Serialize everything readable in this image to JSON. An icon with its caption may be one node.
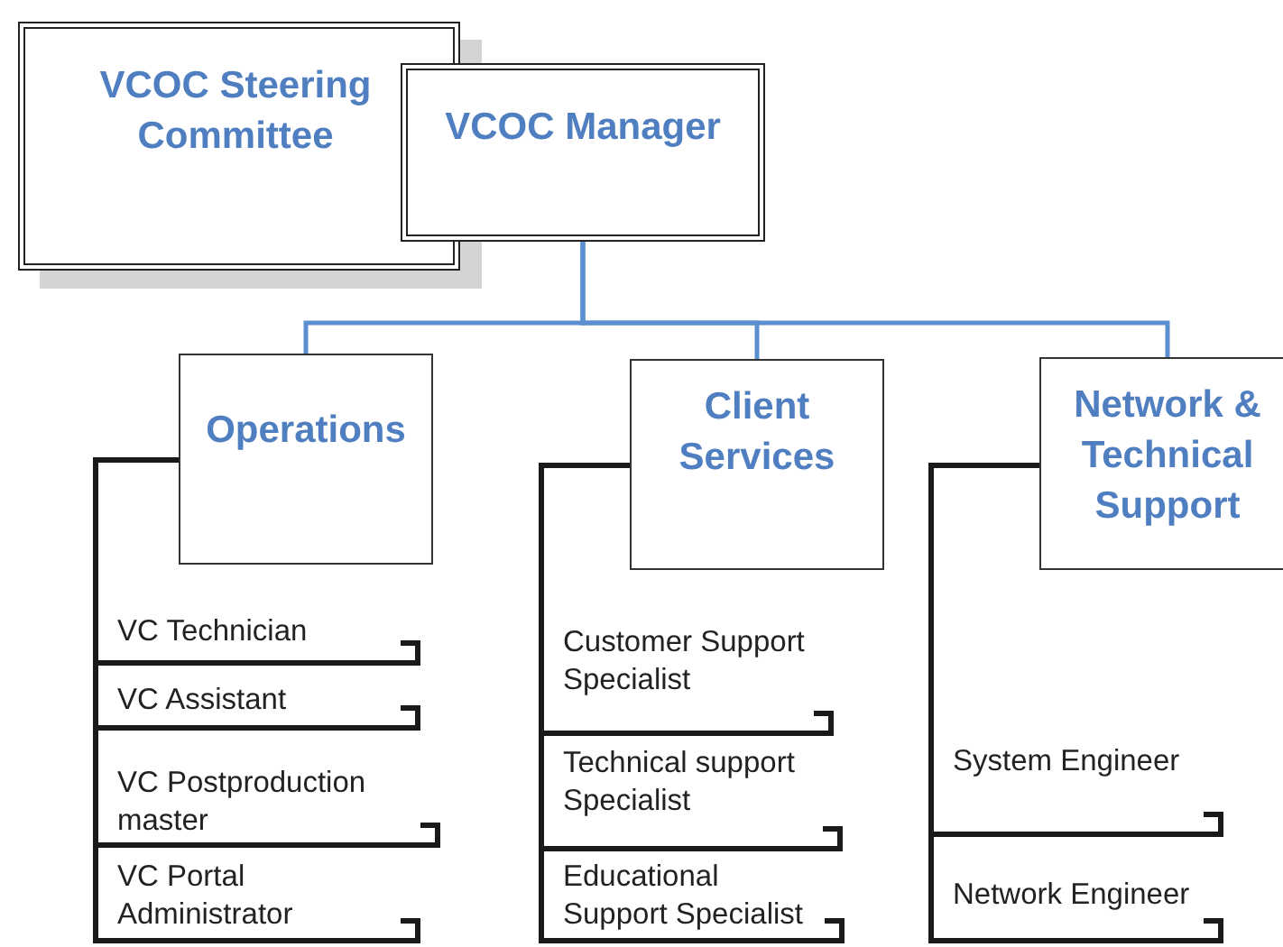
{
  "diagram": {
    "nodes": [
      {
        "text": [
          "VCOC Steering Committee"
        ]
      },
      {
        "text": [
          "VCOC Manager"
        ]
      },
      {
        "text": [
          "Operations"
        ]
      },
      {
        "text": [
          "Client Services"
        ]
      },
      {
        "text": [
          "Network & Technical Support"
        ]
      },
      {
        "text": [
          "VC Technician"
        ]
      },
      {
        "text": [
          "VC Assistant"
        ]
      },
      {
        "text": [
          "VC Postproduction master"
        ]
      },
      {
        "text": [
          "VC Portal Administrator"
        ]
      },
      {
        "text": [
          "Customer Support Specialist"
        ]
      },
      {
        "text": [
          "Technical support Specialist"
        ]
      },
      {
        "text": [
          "Educational Support Specialist"
        ]
      },
      {
        "text": [
          "System Engineer"
        ]
      },
      {
        "text": [
          "Network Engineer"
        ]
      }
    ],
    "edges": [
      {
        "from": 1,
        "to": 2,
        "arrow": "none",
        "color": "#5b8fd0"
      },
      {
        "from": 1,
        "to": 3,
        "arrow": "none",
        "color": "#5b8fd0"
      },
      {
        "from": 1,
        "to": 4,
        "arrow": "none",
        "color": "#5b8fd0"
      },
      {
        "from": 2,
        "to": 5,
        "arrow": "none"
      },
      {
        "from": 2,
        "to": 6,
        "arrow": "none"
      },
      {
        "from": 2,
        "to": 7,
        "arrow": "none"
      },
      {
        "from": 2,
        "to": 8,
        "arrow": "none"
      },
      {
        "from": 3,
        "to": 9,
        "arrow": "none"
      },
      {
        "from": 3,
        "to": 10,
        "arrow": "none"
      },
      {
        "from": 3,
        "to": 11,
        "arrow": "none"
      },
      {
        "from": 4,
        "to": 12,
        "arrow": "none"
      },
      {
        "from": 4,
        "to": 13,
        "arrow": "none"
      }
    ]
  }
}
